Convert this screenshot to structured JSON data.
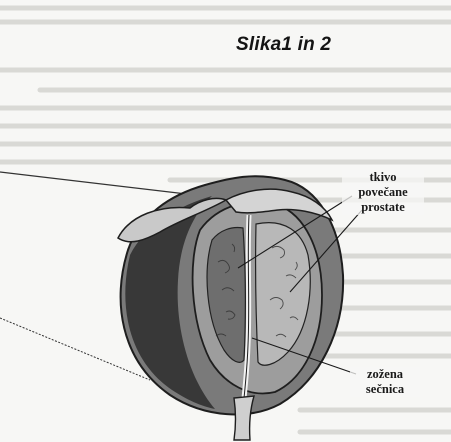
{
  "figure": {
    "caption": "Slika1 in 2",
    "labels": {
      "tissue": [
        "tkivo",
        "povečane",
        "prostate"
      ],
      "urethra": [
        "zožena",
        "sečnica"
      ]
    }
  },
  "icons": [
    "prostate-illustration"
  ],
  "colors": {
    "paper": "#f7f7f5",
    "ink": "#111111",
    "shade_dark": "#2b2b2b",
    "shade_light": "#bdbdbd"
  }
}
